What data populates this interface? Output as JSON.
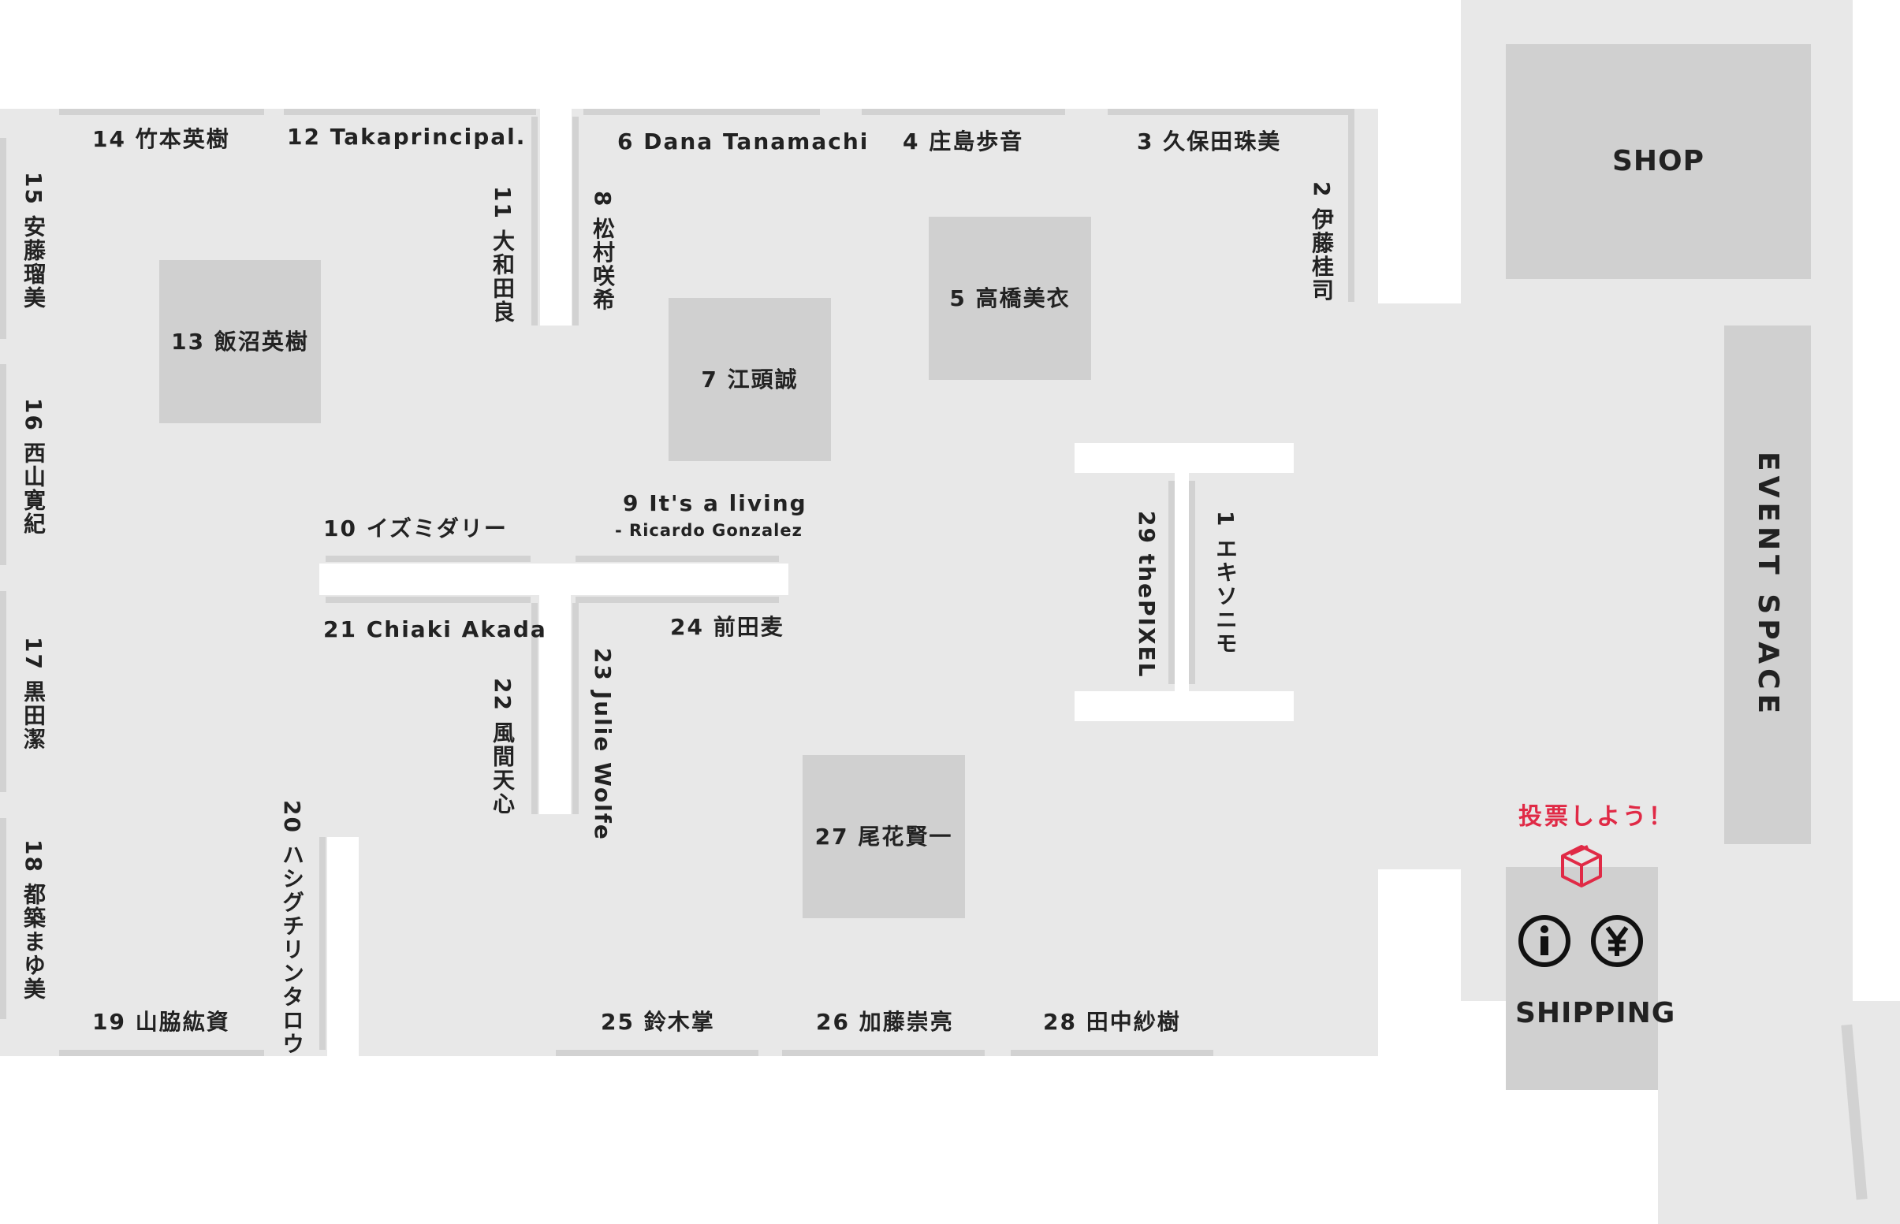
{
  "floorplan": {
    "areas": {
      "shop": "SHOP",
      "event_space": "EVENT SPACE",
      "shipping": "SHIPPING"
    },
    "vote_label": "投票しよう！",
    "icons": [
      "info-icon",
      "yen-icon",
      "ballot-box-icon"
    ],
    "booths": {
      "b1": "1 エキソニモ",
      "b2": "2 伊藤桂司",
      "b3": "3 久保田珠美",
      "b4": "4 庄島歩音",
      "b5": "5 高橋美衣",
      "b6": "6 Dana Tanamachi",
      "b7": "7 江頭誠",
      "b8": "8 松村咲希",
      "b9": "9 It's a living",
      "b9_sub": "- Ricardo Gonzalez",
      "b10": "10 イズミダリー",
      "b11": "11 大和田良",
      "b12": "12 Takaprincipal.",
      "b13": "13 飯沼英樹",
      "b14": "14 竹本英樹",
      "b15": "15 安藤瑠美",
      "b16": "16 西山寛紀",
      "b17": "17 黒田潔",
      "b18": "18 都築まゆ美",
      "b19": "19 山脇紘資",
      "b20": "20 ハシグチリンタロウ",
      "b21": "21 Chiaki Akada",
      "b22": "22 風間天心",
      "b23": "23 Julie Wolfe",
      "b24": "24 前田麦",
      "b25": "25 鈴木掌",
      "b26": "26 加藤崇亮",
      "b27": "27 尾花賢一",
      "b28": "28 田中紗樹",
      "b29": "29 thePIXEL"
    },
    "colors": {
      "floor": "#e8e8e8",
      "wall": "#d2d2d2",
      "block": "#d0d0d0",
      "accent": "#e02a46"
    }
  }
}
